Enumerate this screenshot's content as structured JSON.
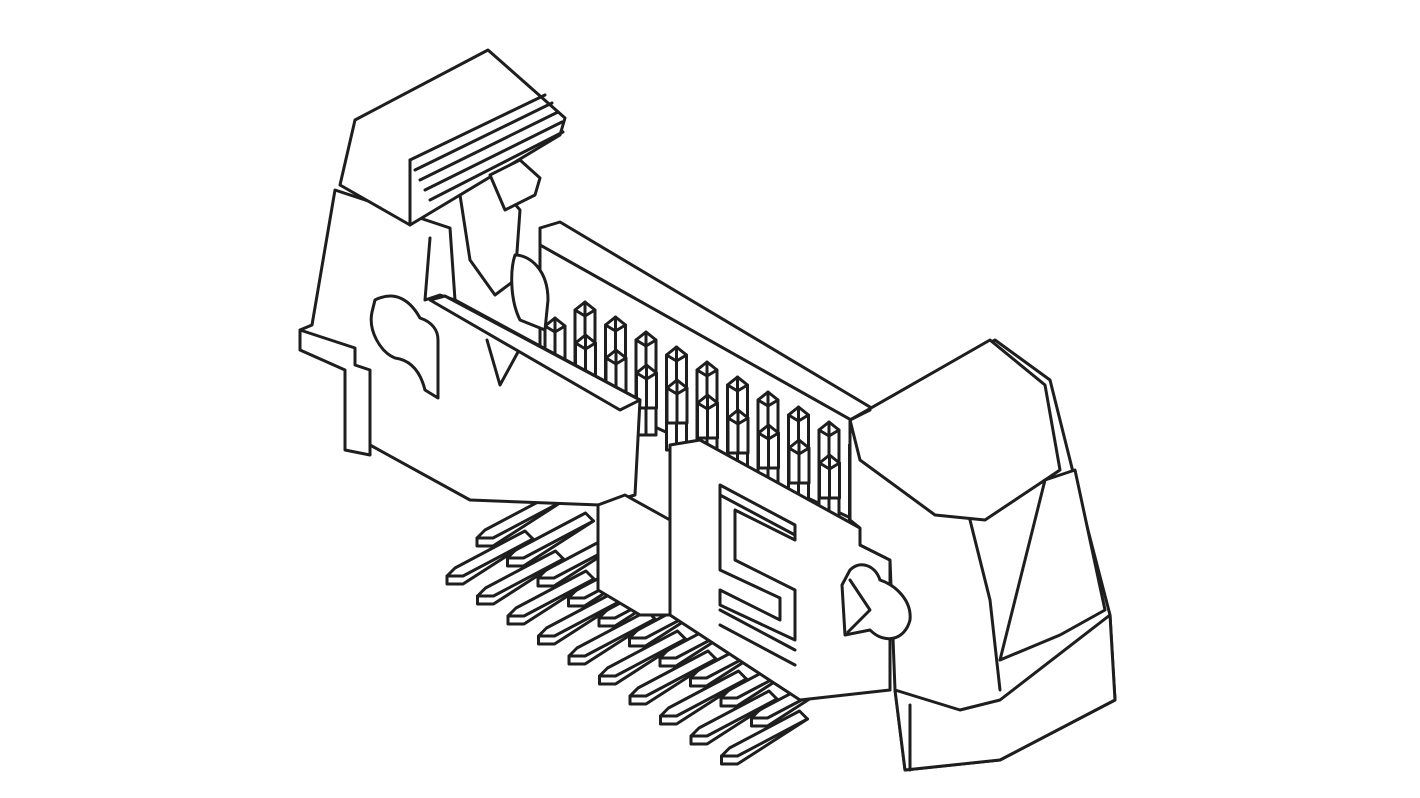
{
  "figure": {
    "subject": "connector-header",
    "top_pin_pairs": 10,
    "tail_pin_rows": 2,
    "stroke_color": "#1e1e1e",
    "background_color": "#ffffff"
  }
}
